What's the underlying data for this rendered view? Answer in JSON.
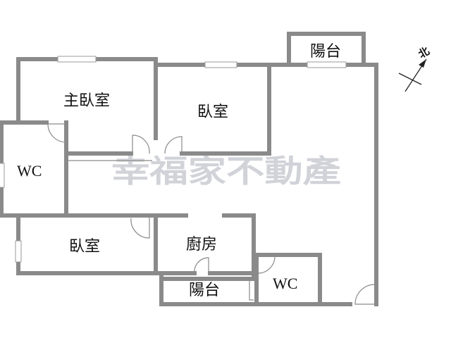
{
  "rooms": {
    "master_bedroom": "主臥室",
    "bedroom_north": "臥室",
    "bedroom_south": "臥室",
    "wc_west": "WC",
    "wc_east": "WC",
    "kitchen": "廚房",
    "balcony_north": "陽台",
    "balcony_south": "陽台"
  },
  "watermark": "幸福家不動產",
  "compass": {
    "label": "北"
  },
  "colors": {
    "wall": "#8a8a8a",
    "watermark": "#c9ccd3",
    "text": "#111111"
  }
}
